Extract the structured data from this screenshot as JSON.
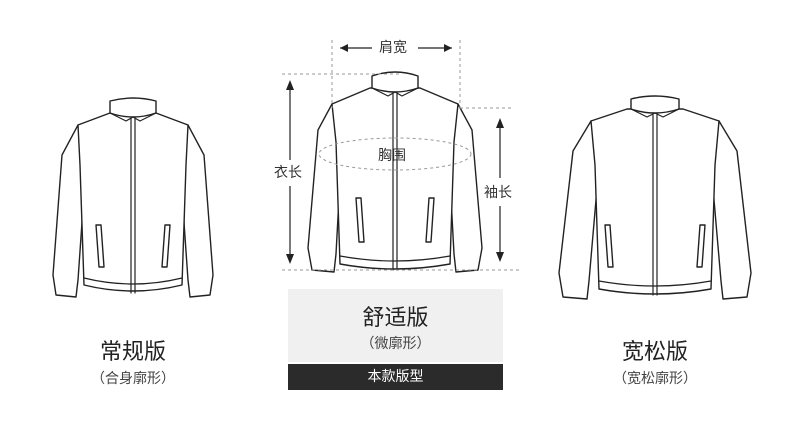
{
  "measurements": {
    "shoulder_width": "肩宽",
    "chest": "胸围",
    "length": "衣长",
    "sleeve_length": "袖长"
  },
  "fits": [
    {
      "name": "常规版",
      "subtitle": "（合身廓形）"
    },
    {
      "name": "舒适版",
      "subtitle": "（微廓形）",
      "tag": "本款版型"
    },
    {
      "name": "宽松版",
      "subtitle": "（宽松廓形）"
    }
  ]
}
